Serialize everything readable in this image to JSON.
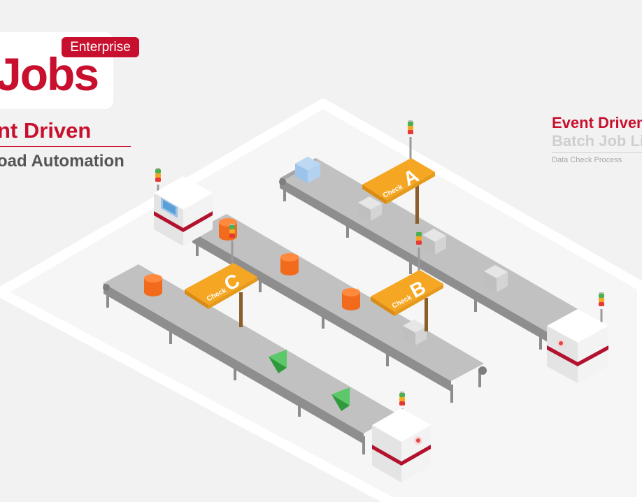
{
  "brand": {
    "badge": "Enterprise",
    "logo_text": "Jobs",
    "headline": "nt Driven",
    "subline": "oad Automation"
  },
  "side_panel": {
    "title": "Event Driven",
    "subtitle": "Batch Job Li",
    "note": "Data Check Process"
  },
  "stations": [
    {
      "letter": "A",
      "label": "Check"
    },
    {
      "letter": "B",
      "label": "Check"
    },
    {
      "letter": "C",
      "label": "Check"
    }
  ],
  "colors": {
    "brand_red": "#c8102e",
    "station_orange": "#f5a623",
    "barrel_orange": "#f26b1d",
    "prism_green": "#3bb54a",
    "belt_grey": "#b9b9b9",
    "background": "#f2f2f2"
  }
}
